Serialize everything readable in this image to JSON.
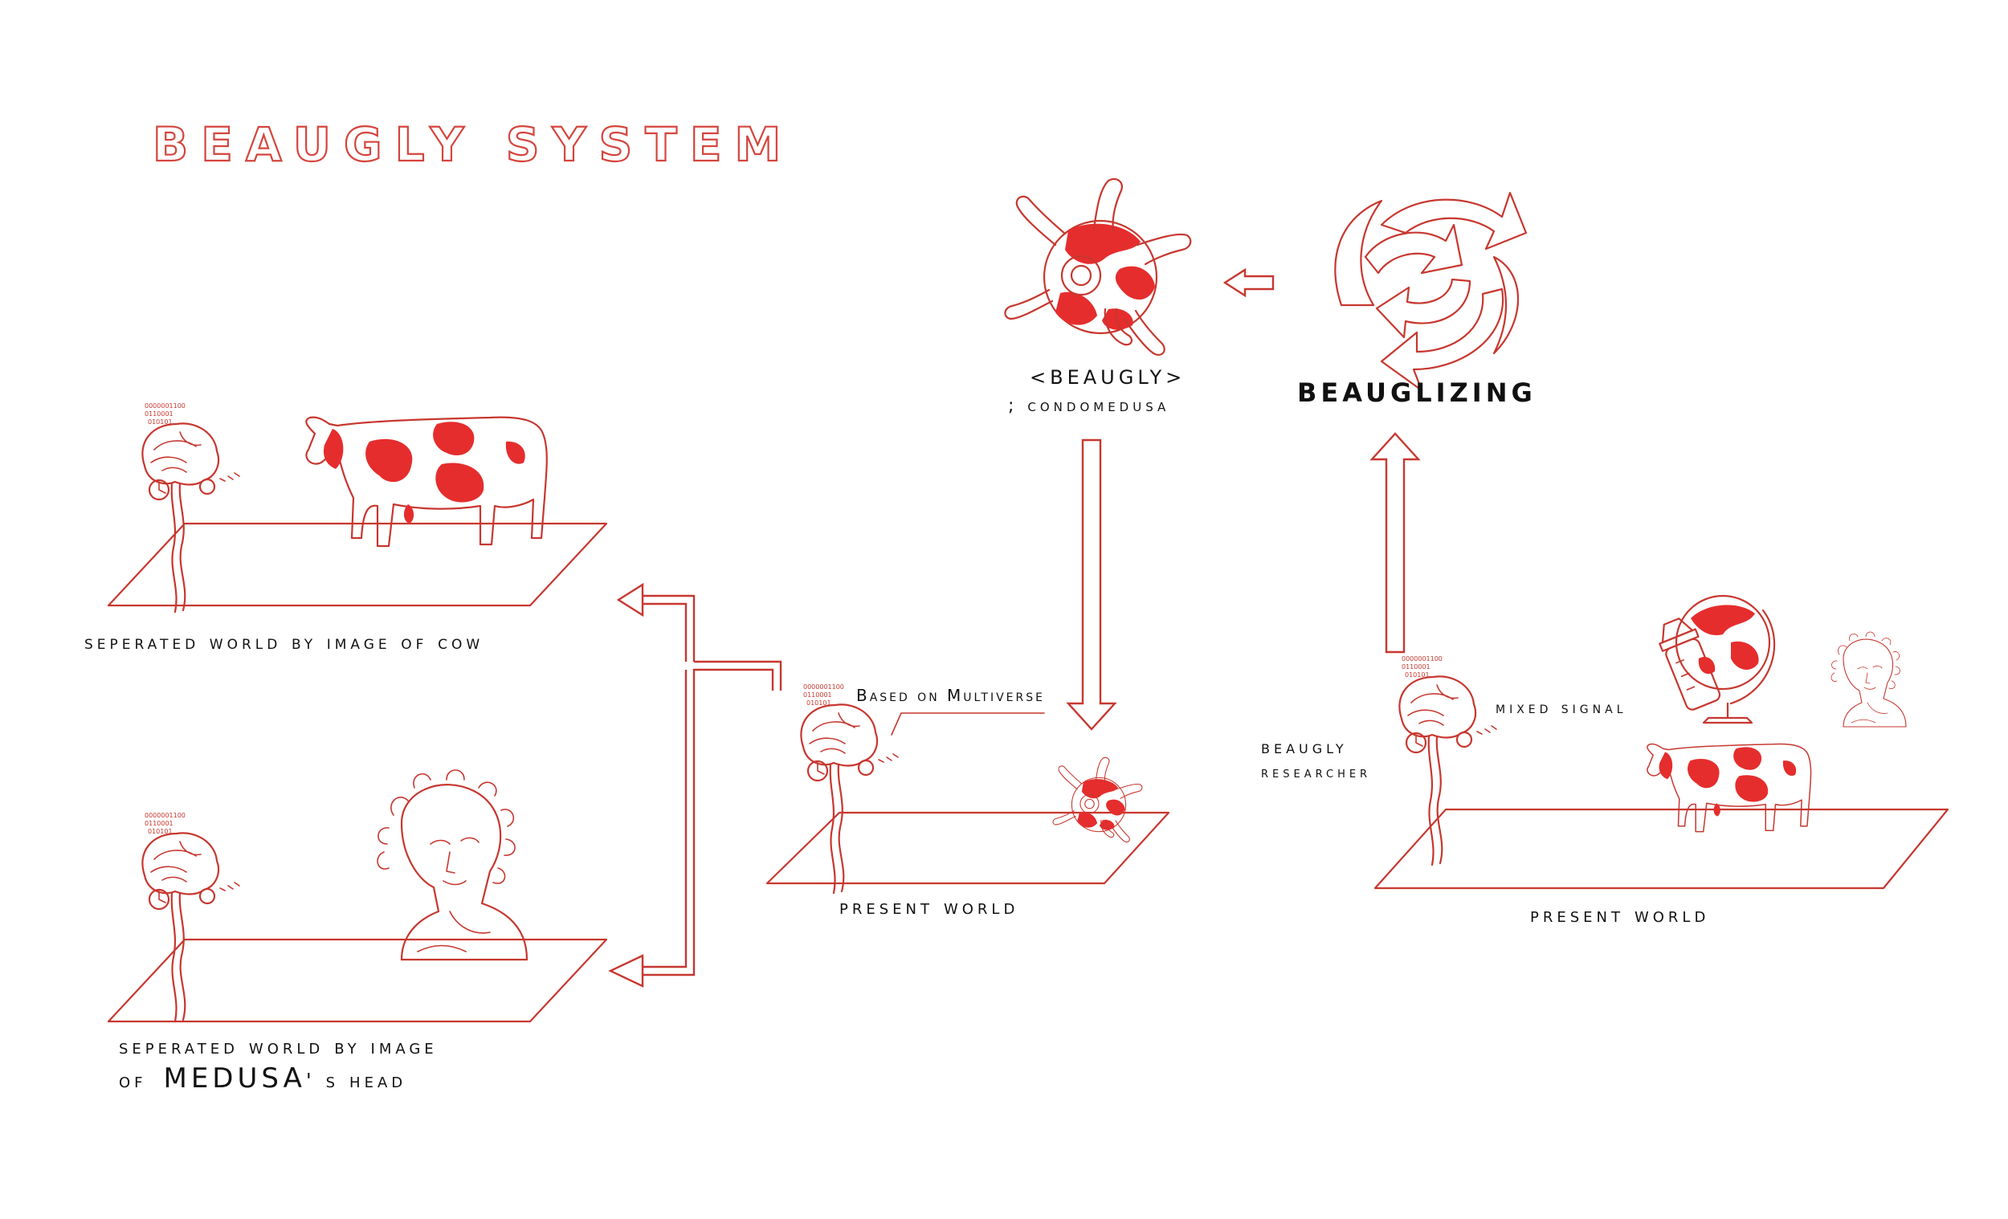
{
  "title": "BEAUGLY SYSTEM",
  "colors": {
    "accent": "#e52d2d",
    "outline": "#c7372f",
    "text": "#111111"
  },
  "labels": {
    "cow_world": "seperated world by image of cow",
    "medusa_world_line1": "seperated world by image",
    "medusa_world_of": "of",
    "medusa_world_medusa": "MEDUSA",
    "medusa_world_rest": "' s head",
    "based_on": "Based on Multiverse",
    "present_world_center": "present world",
    "beaugly_tag": "<BEAUGLY>",
    "condomedusa": "; condomedusa",
    "beauglizing": "BEAUGLIZING",
    "mixed_signal": "mixed signal",
    "researcher_line1": "beaugly",
    "researcher_line2": "researcher",
    "present_world_right": "present world"
  },
  "icons": [
    "brain-spine-icon",
    "cow-icon",
    "medusa-head-icon",
    "condomedusa-globe-icon",
    "recycle-arrows-icon",
    "baby-bottle-icon",
    "globe-icon"
  ]
}
